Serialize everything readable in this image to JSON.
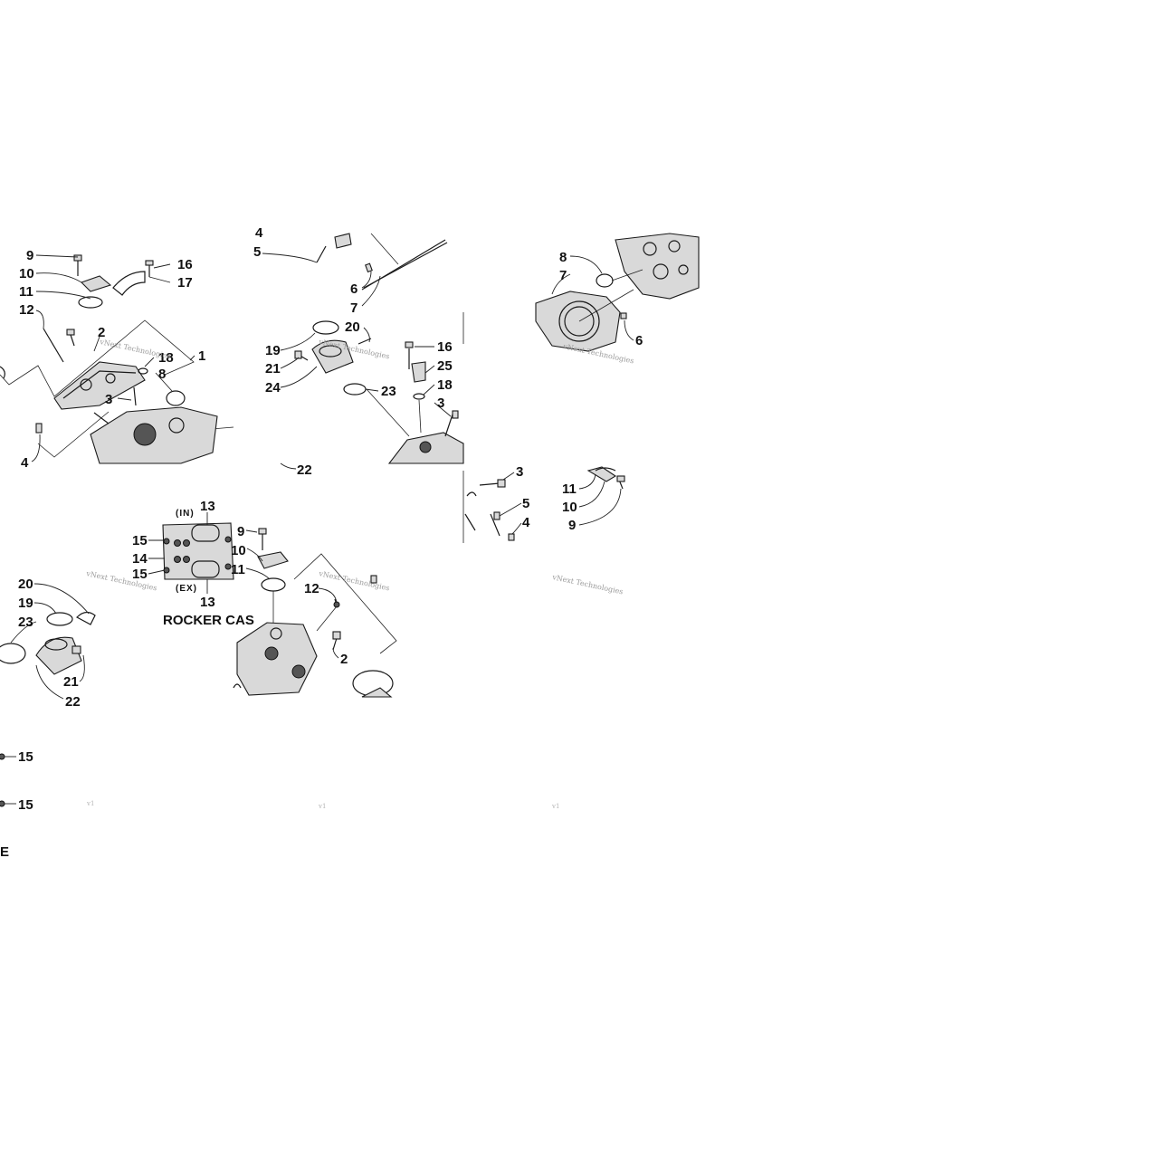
{
  "watermark": "vNext Technologies",
  "watermark_short": "v1",
  "tiles": {
    "top_left": {
      "callouts": [
        "9",
        "10",
        "11",
        "12",
        "2",
        "16",
        "17",
        "18",
        "8",
        "1",
        "3",
        "4"
      ]
    },
    "top_middle": {
      "callouts": [
        "4",
        "5",
        "6",
        "7",
        "20",
        "19",
        "21",
        "24",
        "16",
        "25",
        "23",
        "18",
        "3",
        "22"
      ]
    },
    "top_right": {
      "callouts": [
        "8",
        "7",
        "6"
      ]
    },
    "middle_left": {
      "callouts": [
        "20",
        "19",
        "23",
        "21",
        "22"
      ]
    },
    "middle_center": {
      "callouts": [
        "13",
        "(IN)",
        "9",
        "15",
        "10",
        "14",
        "15",
        "11",
        "(EX)",
        "13",
        "12",
        "2"
      ],
      "heading": "ROCKER CAS"
    },
    "middle_right_a": {
      "callouts": [
        "3",
        "5",
        "4"
      ]
    },
    "middle_right_b": {
      "callouts": [
        "11",
        "10",
        "9"
      ]
    },
    "bottom_left": {
      "callouts": [
        "15",
        "15"
      ],
      "heading": "E"
    }
  }
}
